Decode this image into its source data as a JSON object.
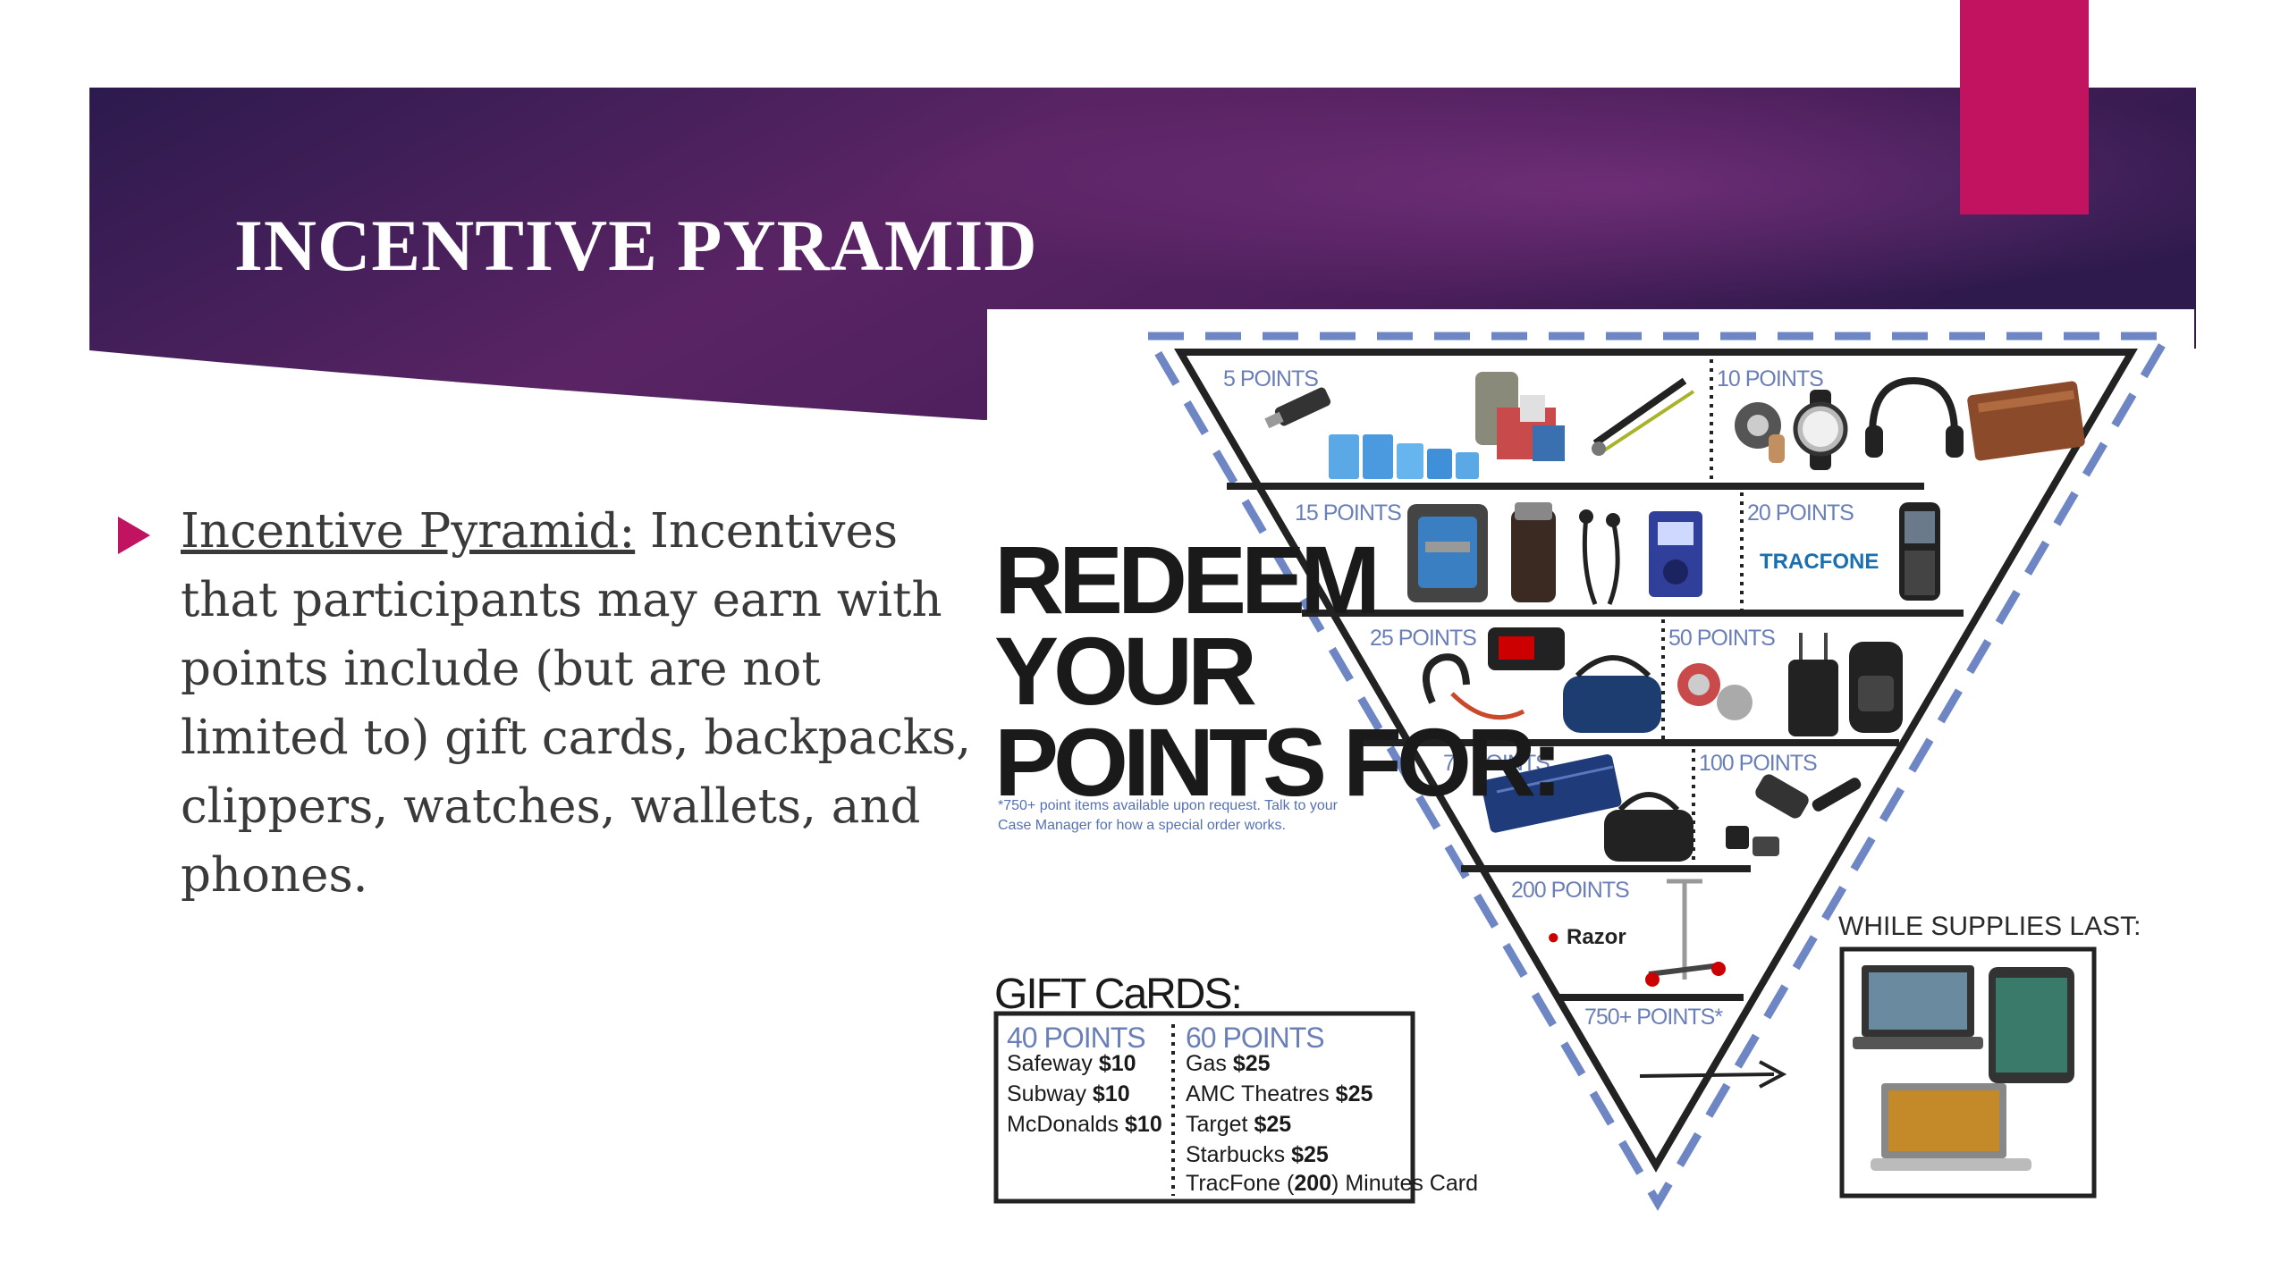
{
  "slide": {
    "title": "INCENTIVE PYRAMID",
    "bullet": {
      "term": "Incentive Pyramid:",
      "text": " Incentives that participants may earn with points include (but are not limited to) gift cards, backpacks, clippers, watches, wallets, and phones."
    }
  },
  "colors": {
    "banner_dark": "#2c1a4d",
    "banner_mid": "#4e2360",
    "banner_light": "#7a2f6e",
    "accent": "#c1135f",
    "tier_label": "#6a7fb8",
    "dash_border": "#6e86c4"
  },
  "infographic": {
    "headline": [
      "REDEEM",
      "YOUR",
      "POINTS FOR:"
    ],
    "note": [
      "*750+ point items available upon request. Talk to your",
      "Case Manager for how a special order works."
    ],
    "tiers": [
      {
        "label": "5 POINTS"
      },
      {
        "label": "10 POINTS"
      },
      {
        "label": "15 POINTS"
      },
      {
        "label": "20 POINTS"
      },
      {
        "label": "25 POINTS"
      },
      {
        "label": "50 POINTS"
      },
      {
        "label": "75 POINTS"
      },
      {
        "label": "100 POINTS"
      },
      {
        "label": "200 POINTS"
      },
      {
        "label": "750+ POINTS*"
      }
    ],
    "brands": {
      "tracfone": "TRACFONE",
      "razor": "Razor"
    },
    "gift_cards": {
      "title": "GIFT CaRDS:",
      "col1": {
        "head": "40 POINTS",
        "items": [
          {
            "name": "Safeway",
            "amount": "$10"
          },
          {
            "name": "Subway",
            "amount": "$10"
          },
          {
            "name": "McDonalds",
            "amount": "$10"
          }
        ]
      },
      "col2": {
        "head": "60 POINTS",
        "items": [
          {
            "name": "Gas",
            "amount": "$25"
          },
          {
            "name": "AMC Theatres",
            "amount": "$25"
          },
          {
            "name": "Target",
            "amount": "$25"
          },
          {
            "name": "Starbucks",
            "amount": "$25"
          },
          {
            "name": "TracFone (",
            "amount": "200",
            "suffix": ") Minutes Card"
          }
        ]
      }
    },
    "supplies": "WHILE SUPPLIES LAST:"
  }
}
